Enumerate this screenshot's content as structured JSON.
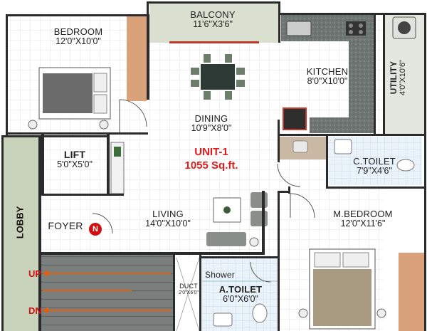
{
  "unit": {
    "name": "UNIT-1",
    "area": "1055 Sq.ft."
  },
  "rooms": {
    "bedroom": {
      "name": "BEDROOM",
      "dim": "12'0\"X10'0\""
    },
    "balcony": {
      "name": "BALCONY",
      "dim": "11'6\"X3'6\""
    },
    "kitchen": {
      "name": "KITCHEN",
      "dim": "8'0\"X10'0\""
    },
    "utility": {
      "name": "UTILITY",
      "dim": "4'0\"X10'6\""
    },
    "dining": {
      "name": "DINING",
      "dim": "10'9\"X8'0\""
    },
    "lift": {
      "name": "LIFT",
      "dim": "5'0\"X5'0\""
    },
    "ctoilet": {
      "name": "C.TOILET",
      "dim": "7'9\"X4'6\""
    },
    "living": {
      "name": "LIVING",
      "dim": "14'0\"X10'0\""
    },
    "foyer": {
      "name": "FOYER"
    },
    "mbedroom": {
      "name": "M.BEDROOM",
      "dim": "12'0\"X11'6\""
    },
    "duct": {
      "name": "DUCT",
      "dim": "2'0\"X6'0\""
    },
    "atoilet": {
      "name": "A.TOILET",
      "dim": "6'0\"X6'0\""
    },
    "shower": {
      "name": "Shower"
    }
  },
  "lobby": "LOBBY",
  "stairs": {
    "up": "UP",
    "down": "DN"
  },
  "north": "N",
  "colors": {
    "wall": "#2b2b2b",
    "balcony_fill": "#d9e0cf",
    "lobby_fill": "#c9d3bb",
    "granite": "#6e7573",
    "accent_red": "#e01b1b",
    "wood": "#d9a27a",
    "tile_grid": "#dcdcdc",
    "bath_tile": "#d6e7f2"
  }
}
